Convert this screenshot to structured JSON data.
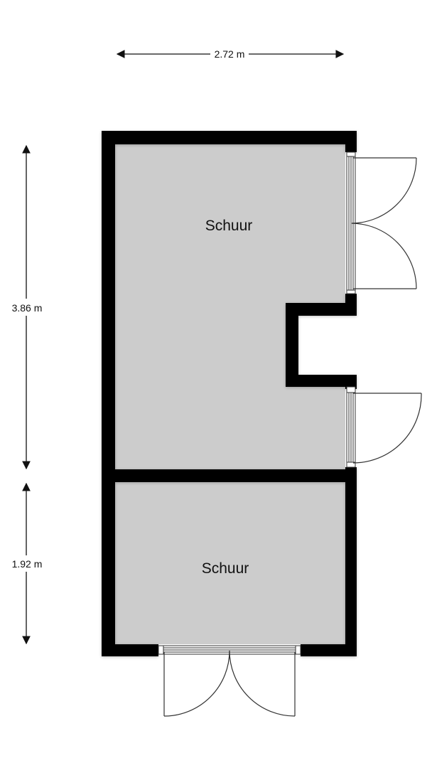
{
  "floorplan": {
    "colors": {
      "wall": "#000000",
      "floor": "#cccccc",
      "background": "#ffffff",
      "line": "#333333"
    },
    "dimensions": {
      "width": {
        "label": "2.72 m"
      },
      "height_upper": {
        "label": "3.86 m"
      },
      "height_lower": {
        "label": "1.92 m"
      }
    },
    "rooms": [
      {
        "name": "Schuur"
      },
      {
        "name": "Schuur"
      }
    ],
    "doors": [
      {
        "position": "right wall upper",
        "type": "double swing door"
      },
      {
        "position": "right wall lower",
        "type": "single swing door"
      },
      {
        "position": "bottom wall",
        "type": "double swing door"
      }
    ]
  }
}
